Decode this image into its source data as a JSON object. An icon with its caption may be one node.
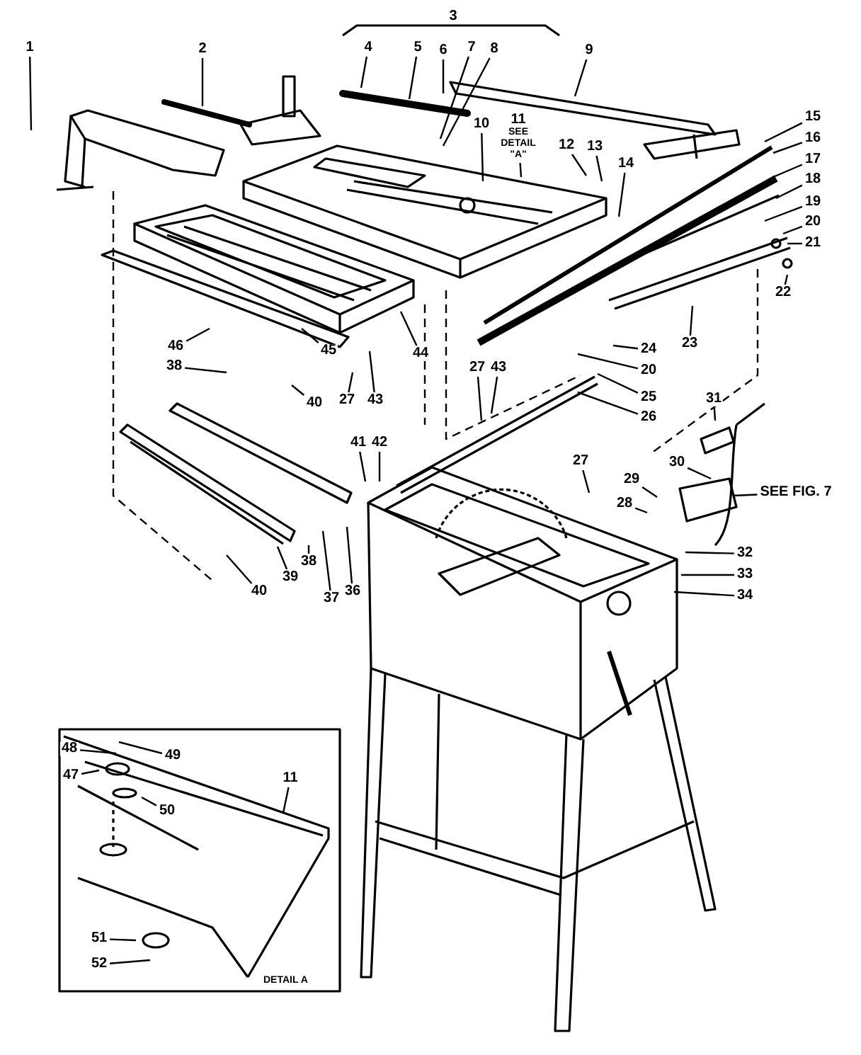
{
  "diagram": {
    "nodes": [
      {
        "text": [
          "1"
        ]
      },
      {
        "text": [
          "2"
        ]
      },
      {
        "text": [
          "3"
        ]
      },
      {
        "text": [
          "4"
        ]
      },
      {
        "text": [
          "5"
        ]
      },
      {
        "text": [
          "6"
        ]
      },
      {
        "text": [
          "7"
        ]
      },
      {
        "text": [
          "8"
        ]
      },
      {
        "text": [
          "9"
        ]
      },
      {
        "text": [
          "10"
        ]
      },
      {
        "text": [
          "11",
          "SEE DETAIL \"A\""
        ]
      },
      {
        "text": [
          "12"
        ]
      },
      {
        "text": [
          "13"
        ]
      },
      {
        "text": [
          "14"
        ]
      },
      {
        "text": [
          "15"
        ]
      },
      {
        "text": [
          "16"
        ]
      },
      {
        "text": [
          "17"
        ]
      },
      {
        "text": [
          "18"
        ]
      },
      {
        "text": [
          "19"
        ]
      },
      {
        "text": [
          "20"
        ]
      },
      {
        "text": [
          "21"
        ]
      },
      {
        "text": [
          "22"
        ]
      },
      {
        "text": [
          "23"
        ]
      },
      {
        "text": [
          "46"
        ]
      },
      {
        "text": [
          "45"
        ]
      },
      {
        "text": [
          "44"
        ]
      },
      {
        "text": [
          "24"
        ]
      },
      {
        "text": [
          "38"
        ]
      },
      {
        "text": [
          "20"
        ]
      },
      {
        "text": [
          "27"
        ]
      },
      {
        "text": [
          "43"
        ]
      },
      {
        "text": [
          "25"
        ]
      },
      {
        "text": [
          "27"
        ]
      },
      {
        "text": [
          "43"
        ]
      },
      {
        "text": [
          "40"
        ]
      },
      {
        "text": [
          "31"
        ]
      },
      {
        "text": [
          "26"
        ]
      },
      {
        "text": [
          "41"
        ]
      },
      {
        "text": [
          "42"
        ]
      },
      {
        "text": [
          "27"
        ]
      },
      {
        "text": [
          "30"
        ]
      },
      {
        "text": [
          "29"
        ]
      },
      {
        "text": [
          "SEE FIG. 7"
        ]
      },
      {
        "text": [
          "28"
        ]
      },
      {
        "text": [
          "32"
        ]
      },
      {
        "text": [
          "38"
        ]
      },
      {
        "text": [
          "39"
        ]
      },
      {
        "text": [
          "33"
        ]
      },
      {
        "text": [
          "40"
        ]
      },
      {
        "text": [
          "36"
        ]
      },
      {
        "text": [
          "37"
        ]
      },
      {
        "text": [
          "34"
        ]
      },
      {
        "text": [
          "48"
        ]
      },
      {
        "text": [
          "49"
        ]
      },
      {
        "text": [
          "47"
        ]
      },
      {
        "text": [
          "50"
        ]
      },
      {
        "text": [
          "11"
        ]
      },
      {
        "text": [
          "51"
        ]
      },
      {
        "text": [
          "52"
        ]
      }
    ],
    "edges": [
      {
        "from": 0,
        "to": null,
        "arrow": "none"
      },
      {
        "from": 1,
        "to": null,
        "arrow": "none"
      },
      {
        "from": 3,
        "to": null,
        "arrow": "none"
      },
      {
        "from": 4,
        "to": null,
        "arrow": "none"
      },
      {
        "from": 5,
        "to": null,
        "arrow": "none"
      },
      {
        "from": 6,
        "to": null,
        "arrow": "none"
      },
      {
        "from": 7,
        "to": null,
        "arrow": "none"
      },
      {
        "from": 8,
        "to": null,
        "arrow": "none"
      },
      {
        "from": 9,
        "to": null,
        "arrow": "none"
      },
      {
        "from": 10,
        "to": null,
        "arrow": "none"
      },
      {
        "from": 11,
        "to": null,
        "arrow": "none"
      },
      {
        "from": 12,
        "to": null,
        "arrow": "none"
      },
      {
        "from": 13,
        "to": null,
        "arrow": "none"
      },
      {
        "from": 14,
        "to": null,
        "arrow": "none"
      },
      {
        "from": 15,
        "to": null,
        "arrow": "none"
      },
      {
        "from": 16,
        "to": null,
        "arrow": "none"
      },
      {
        "from": 17,
        "to": null,
        "arrow": "none"
      },
      {
        "from": 18,
        "to": null,
        "arrow": "none"
      },
      {
        "from": 19,
        "to": null,
        "arrow": "none"
      },
      {
        "from": 20,
        "to": null,
        "arrow": "none"
      },
      {
        "from": 21,
        "to": null,
        "arrow": "none"
      },
      {
        "from": 22,
        "to": null,
        "arrow": "none"
      },
      {
        "from": 23,
        "to": null,
        "arrow": "none"
      },
      {
        "from": 24,
        "to": null,
        "arrow": "none"
      },
      {
        "from": 25,
        "to": null,
        "arrow": "none"
      },
      {
        "from": 26,
        "to": null,
        "arrow": "none"
      },
      {
        "from": 27,
        "to": null,
        "arrow": "none"
      },
      {
        "from": 28,
        "to": null,
        "arrow": "none"
      },
      {
        "from": 29,
        "to": null,
        "arrow": "none"
      },
      {
        "from": 30,
        "to": null,
        "arrow": "none"
      },
      {
        "from": 31,
        "to": null,
        "arrow": "none"
      },
      {
        "from": 32,
        "to": null,
        "arrow": "none"
      },
      {
        "from": 33,
        "to": null,
        "arrow": "none"
      },
      {
        "from": 34,
        "to": null,
        "arrow": "none"
      },
      {
        "from": 35,
        "to": null,
        "arrow": "none"
      },
      {
        "from": 36,
        "to": null,
        "arrow": "none"
      },
      {
        "from": 37,
        "to": null,
        "arrow": "none"
      },
      {
        "from": 38,
        "to": null,
        "arrow": "none"
      },
      {
        "from": 39,
        "to": null,
        "arrow": "none"
      },
      {
        "from": 40,
        "to": null,
        "arrow": "none"
      },
      {
        "from": 41,
        "to": null,
        "arrow": "none"
      },
      {
        "from": 42,
        "to": null,
        "arrow": "none"
      },
      {
        "from": 43,
        "to": null,
        "arrow": "none"
      },
      {
        "from": 44,
        "to": null,
        "arrow": "none"
      },
      {
        "from": 45,
        "to": null,
        "arrow": "none"
      },
      {
        "from": 46,
        "to": null,
        "arrow": "none"
      },
      {
        "from": 47,
        "to": null,
        "arrow": "none"
      },
      {
        "from": 48,
        "to": null,
        "arrow": "none"
      },
      {
        "from": 49,
        "to": null,
        "arrow": "none"
      },
      {
        "from": 50,
        "to": null,
        "arrow": "none"
      },
      {
        "from": 51,
        "to": null,
        "arrow": "none"
      },
      {
        "from": 52,
        "to": null,
        "arrow": "none"
      },
      {
        "from": 53,
        "to": null,
        "arrow": "none"
      },
      {
        "from": 54,
        "to": null,
        "arrow": "none"
      },
      {
        "from": 55,
        "to": null,
        "arrow": "none"
      },
      {
        "from": 56,
        "to": null,
        "arrow": "none"
      },
      {
        "from": 57,
        "to": null,
        "arrow": "none"
      },
      {
        "from": 58,
        "to": null,
        "arrow": "none"
      }
    ],
    "labels": [
      "DETAIL A"
    ]
  }
}
